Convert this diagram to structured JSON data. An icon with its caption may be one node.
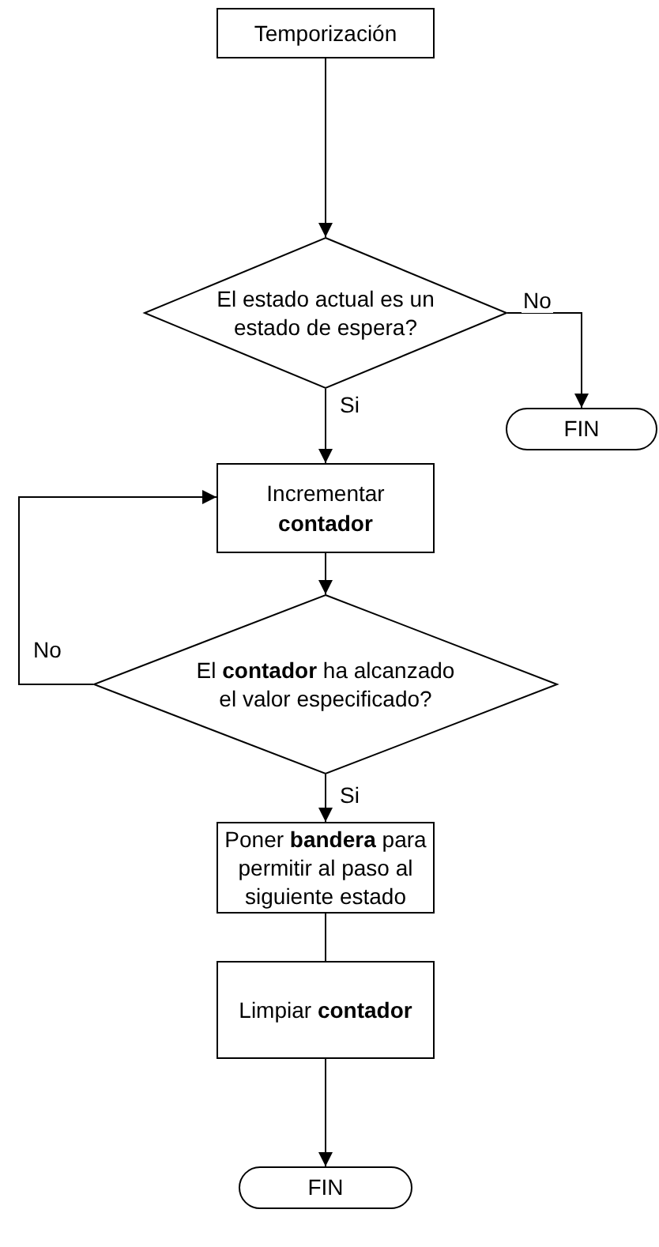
{
  "diagram": {
    "nodes": [
      {
        "text": [
          "Temporización"
        ]
      },
      {
        "text": [
          "El estado actual es un estado de espera?"
        ]
      },
      {
        "text": [
          "FIN"
        ]
      },
      {
        "text": [
          "Incrementar **contador**"
        ]
      },
      {
        "text": [
          "El **contador** ha alcanzado el valor especificado?"
        ]
      },
      {
        "text": [
          "Poner **bandera** para permitir al paso al siguiente estado"
        ]
      },
      {
        "text": [
          "Limpiar **contador**"
        ]
      },
      {
        "text": [
          "FIN"
        ]
      }
    ],
    "edges": [
      {
        "from": 0,
        "to": 1,
        "arrow": "to"
      },
      {
        "from": 1,
        "to": 2,
        "arrow": "to",
        "label": "No"
      },
      {
        "from": 1,
        "to": 3,
        "arrow": "to",
        "label": "Si"
      },
      {
        "from": 3,
        "to": 4,
        "arrow": "to"
      },
      {
        "from": 4,
        "to": 3,
        "arrow": "to",
        "label": "No"
      },
      {
        "from": 4,
        "to": 5,
        "arrow": "to",
        "label": "Si"
      },
      {
        "from": 5,
        "to": 6,
        "arrow": "none"
      },
      {
        "from": 6,
        "to": 7,
        "arrow": "to"
      }
    ]
  }
}
